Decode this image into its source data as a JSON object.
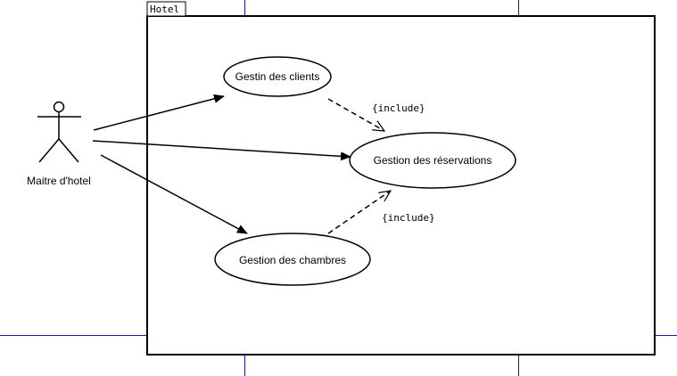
{
  "system": {
    "label": "Hotel"
  },
  "actor": {
    "label": "Maitre d'hotel"
  },
  "use_cases": {
    "clients": "Gestin des clients",
    "reservations": "Gestion des réservations",
    "chambres": "Gestion des chambres"
  },
  "relations": {
    "include_top": "{include}",
    "include_bottom": "{include}"
  },
  "colors": {
    "page_guides": "#1a1aa0",
    "stroke": "#000000"
  }
}
